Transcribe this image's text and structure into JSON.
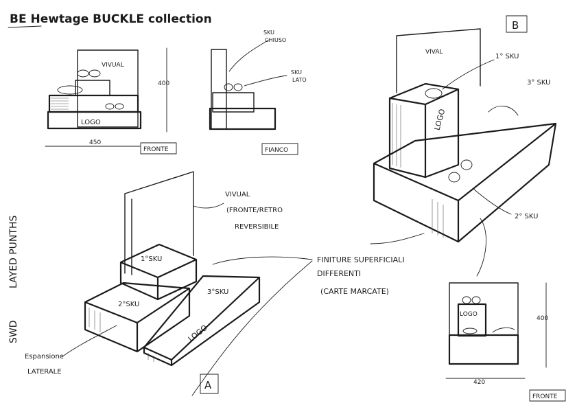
{
  "sheet": {
    "title": "BE   Hewtage BUCKLE collection",
    "side_label_top": "LAYED PUNTHS",
    "side_label_bottom": "SWD"
  },
  "sketch_front": {
    "vival": "VIVUAL",
    "logo": "LOGO",
    "height_dim": "400",
    "width_dim": "450",
    "view_label": "FRONTE"
  },
  "sketch_side": {
    "sku_chiuso": [
      "SKU",
      "CHIUSO"
    ],
    "sku_lato": [
      "SKU",
      "LATO"
    ],
    "view_label": "FIANCO"
  },
  "sketch_b": {
    "badge": "B",
    "vival": "VIVAL",
    "sku1": "1° SKU",
    "sku2": "2° SKU",
    "sku3": "3° SKU",
    "logo": "LOGO"
  },
  "sketch_a": {
    "badge": "A",
    "vival": [
      "VIVUAL",
      "(FRONTE/RETRO",
      "REVERSIBILE"
    ],
    "sku1": "1°SKU",
    "sku2": "2°SKU",
    "sku3": "3°SKU",
    "logo": "LOGO",
    "espansione": [
      "Espansione",
      "LATERALE"
    ]
  },
  "finishes_note": [
    "FINITURE SUPERFICIALI",
    "DIFFERENTI",
    "(CARTE MARCATE)"
  ],
  "sketch_c": {
    "logo": "LOGO",
    "height_dim": "400",
    "width_dim": "420",
    "view_label": "FRONTE"
  }
}
